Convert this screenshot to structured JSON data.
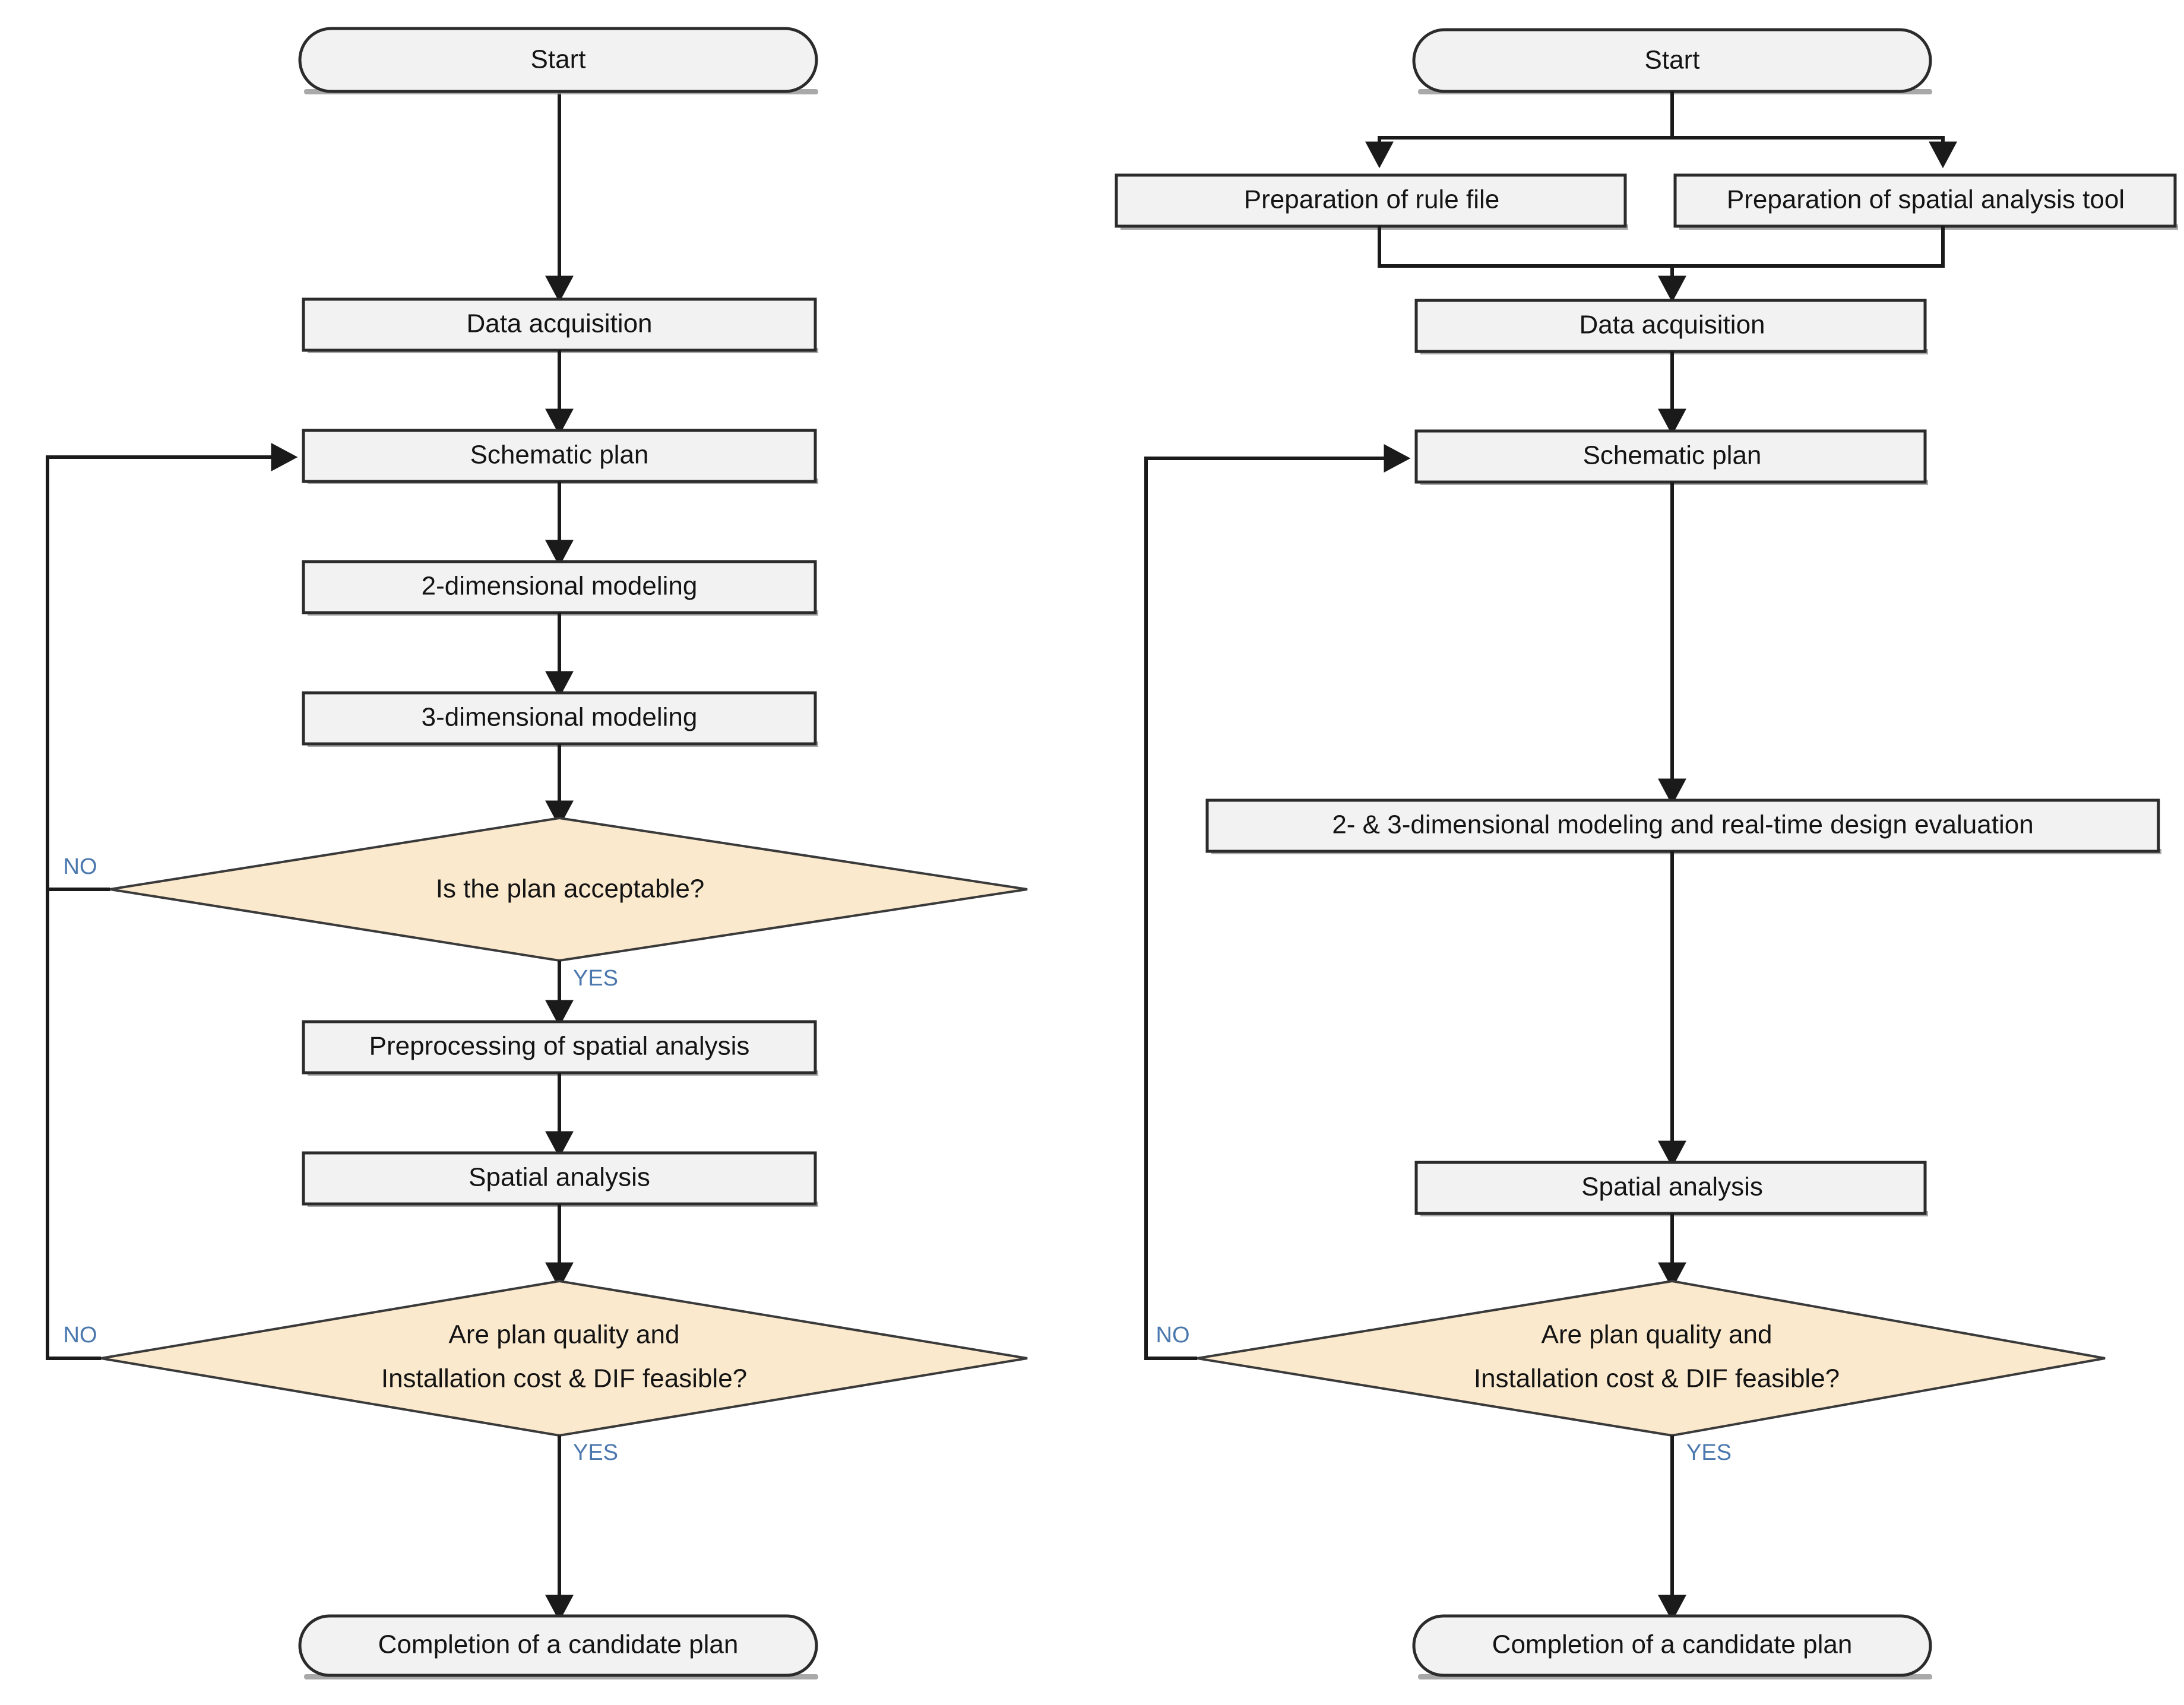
{
  "colors": {
    "process_fill": "#f2f2f2",
    "decision_fill": "#fbe9cd",
    "terminal_fill": "#f2f2f2",
    "node_stroke": "#2b2b2b",
    "connector": "#1a1a1a",
    "branch_label": "#4a77ad",
    "node_text": "#141414",
    "background": "#ffffff"
  },
  "flowchart_left": {
    "name": "conventional-design-process",
    "nodes": {
      "start": "Start",
      "data_acquisition": "Data acquisition",
      "schematic_plan": "Schematic plan",
      "two_d_modeling": "2-dimensional modeling",
      "three_d_modeling": "3-dimensional modeling",
      "decision_plan_acceptable": "Is the plan acceptable?",
      "preprocessing": "Preprocessing of spatial analysis",
      "spatial_analysis": "Spatial analysis",
      "decision_quality_line1": "Are plan quality and",
      "decision_quality_line2": "Installation cost & DIF feasible?",
      "completion": "Completion of a candidate plan"
    },
    "branch_labels": {
      "decision1_no": "NO",
      "decision1_yes": "YES",
      "decision2_no": "NO",
      "decision2_yes": "YES"
    }
  },
  "flowchart_right": {
    "name": "proposed-design-process",
    "nodes": {
      "start": "Start",
      "prep_rule_file": "Preparation of rule file",
      "prep_spatial_tool": "Preparation of spatial analysis tool",
      "data_acquisition": "Data acquisition",
      "schematic_plan": "Schematic plan",
      "modeling_evaluation": "2- & 3-dimensional modeling and real-time design evaluation",
      "spatial_analysis": "Spatial analysis",
      "decision_quality_line1": "Are plan quality and",
      "decision_quality_line2": "Installation cost & DIF feasible?",
      "completion": "Completion of a candidate plan"
    },
    "branch_labels": {
      "decision_no": "NO",
      "decision_yes": "YES"
    }
  }
}
